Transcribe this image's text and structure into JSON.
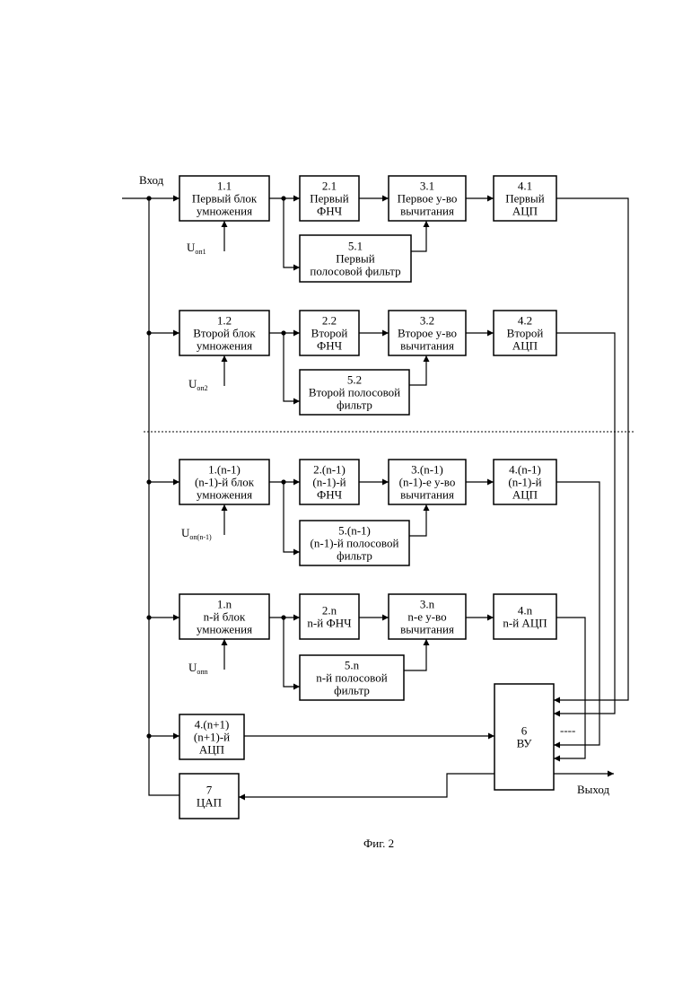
{
  "caption": "Фиг. 2",
  "input_label": "Вход",
  "output_label": "Выход",
  "dashes": "----",
  "channels": [
    {
      "mult": [
        "1.1",
        "Первый блок",
        "умножения"
      ],
      "lpf": [
        "2.1",
        "Первый",
        "ФНЧ"
      ],
      "sub": [
        "3.1",
        "Первое у-во",
        "вычитания"
      ],
      "adc": [
        "4.1",
        "Первый",
        "АЦП"
      ],
      "bpf": [
        "5.1",
        "Первый",
        "полосовой фильтр"
      ],
      "ref": {
        "main": "U",
        "sub": "оп1"
      }
    },
    {
      "mult": [
        "1.2",
        "Второй блок",
        "умножения"
      ],
      "lpf": [
        "2.2",
        "Второй",
        "ФНЧ"
      ],
      "sub": [
        "3.2",
        "Вторoе у-во",
        "вычитания"
      ],
      "adc": [
        "4.2",
        "Второй",
        "АЦП"
      ],
      "bpf": [
        "5.2",
        "Второй полосовой",
        "фильтр"
      ],
      "ref": {
        "main": "U",
        "sub": "оп2"
      }
    },
    {
      "mult": [
        "1.(n-1)",
        "(n-1)-й блок",
        "умножения"
      ],
      "lpf": [
        "2.(n-1)",
        "(n-1)-й",
        "ФНЧ"
      ],
      "sub": [
        "3.(n-1)",
        "(n-1)-е у-во",
        "вычитания"
      ],
      "adc": [
        "4.(n-1)",
        "(n-1)-й",
        "АЦП"
      ],
      "bpf": [
        "5.(n-1)",
        "(n-1)-й полосовой",
        "фильтр"
      ],
      "ref": {
        "main": "U",
        "sub": "оп(n-1)"
      }
    },
    {
      "mult": [
        "1.n",
        "n-й блок",
        "умножения"
      ],
      "lpf": [
        "2.n",
        "n-й ФНЧ"
      ],
      "sub": [
        "3.n",
        "n-е у-во",
        "вычитания"
      ],
      "adc": [
        "4.n",
        "n-й АЦП"
      ],
      "bpf": [
        "5.n",
        "n-й полосовой",
        "фильтр"
      ],
      "ref": {
        "main": "U",
        "sub": "опn"
      }
    }
  ],
  "adc_extra": [
    "4.(n+1)",
    "(n+1)-й",
    "АЦП"
  ],
  "computing_unit": [
    "6",
    "ВУ"
  ],
  "dac": [
    "7",
    "ЦАП"
  ]
}
